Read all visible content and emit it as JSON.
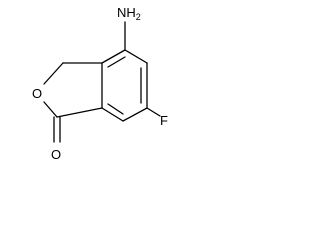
{
  "molecule": {
    "atoms": {
      "amine": "NH",
      "amine_subscript": "2",
      "ring_oxygen": "O",
      "carbonyl_oxygen": "O",
      "fluorine": "F"
    }
  },
  "colors": {
    "bond": "#000000",
    "label": "#000000",
    "background": "#ffffff"
  }
}
